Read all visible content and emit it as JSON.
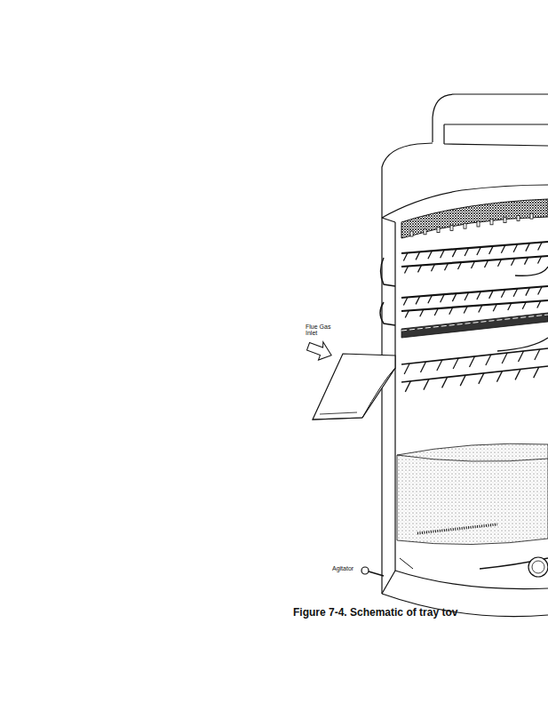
{
  "diagram": {
    "caption": "Figure 7-4. Schematic of tray tov",
    "labels": [
      "Flue Gas Inlet",
      "Agitator"
    ]
  }
}
